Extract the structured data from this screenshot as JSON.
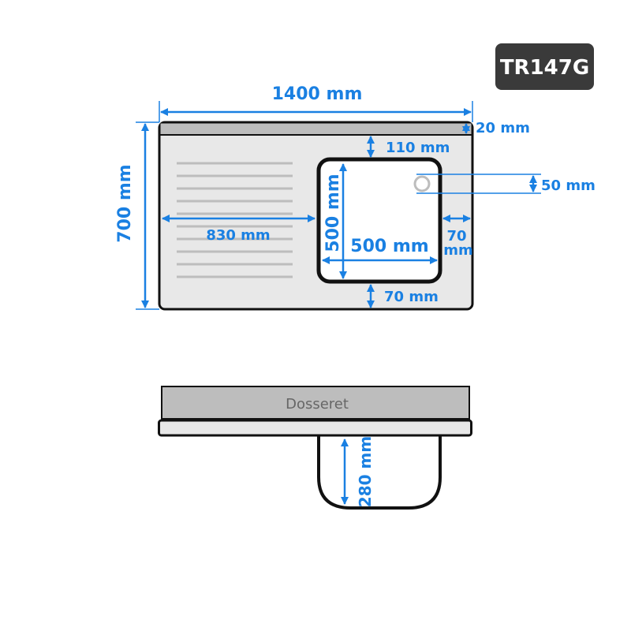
{
  "badge": {
    "code": "TR147G",
    "background": "#3a3a3a"
  },
  "colors": {
    "dimension": "#1a80e2",
    "surface": "#e8e8e8",
    "backsplash": "#bdbdbd"
  },
  "top_view": {
    "overall_width": "1400 mm",
    "overall_depth": "700 mm",
    "backsplash_height": "20 mm",
    "sink_top_offset": "110 mm",
    "drain_diameter": "50 mm",
    "drainer_width": "830 mm",
    "bowl_depth": "500 mm",
    "bowl_width": "500 mm",
    "right_margin_value": "70",
    "right_margin_unit": "mm",
    "bottom_margin": "70 mm"
  },
  "side_view": {
    "backsplash_label": "Dosseret",
    "bowl_height": "280 mm"
  }
}
